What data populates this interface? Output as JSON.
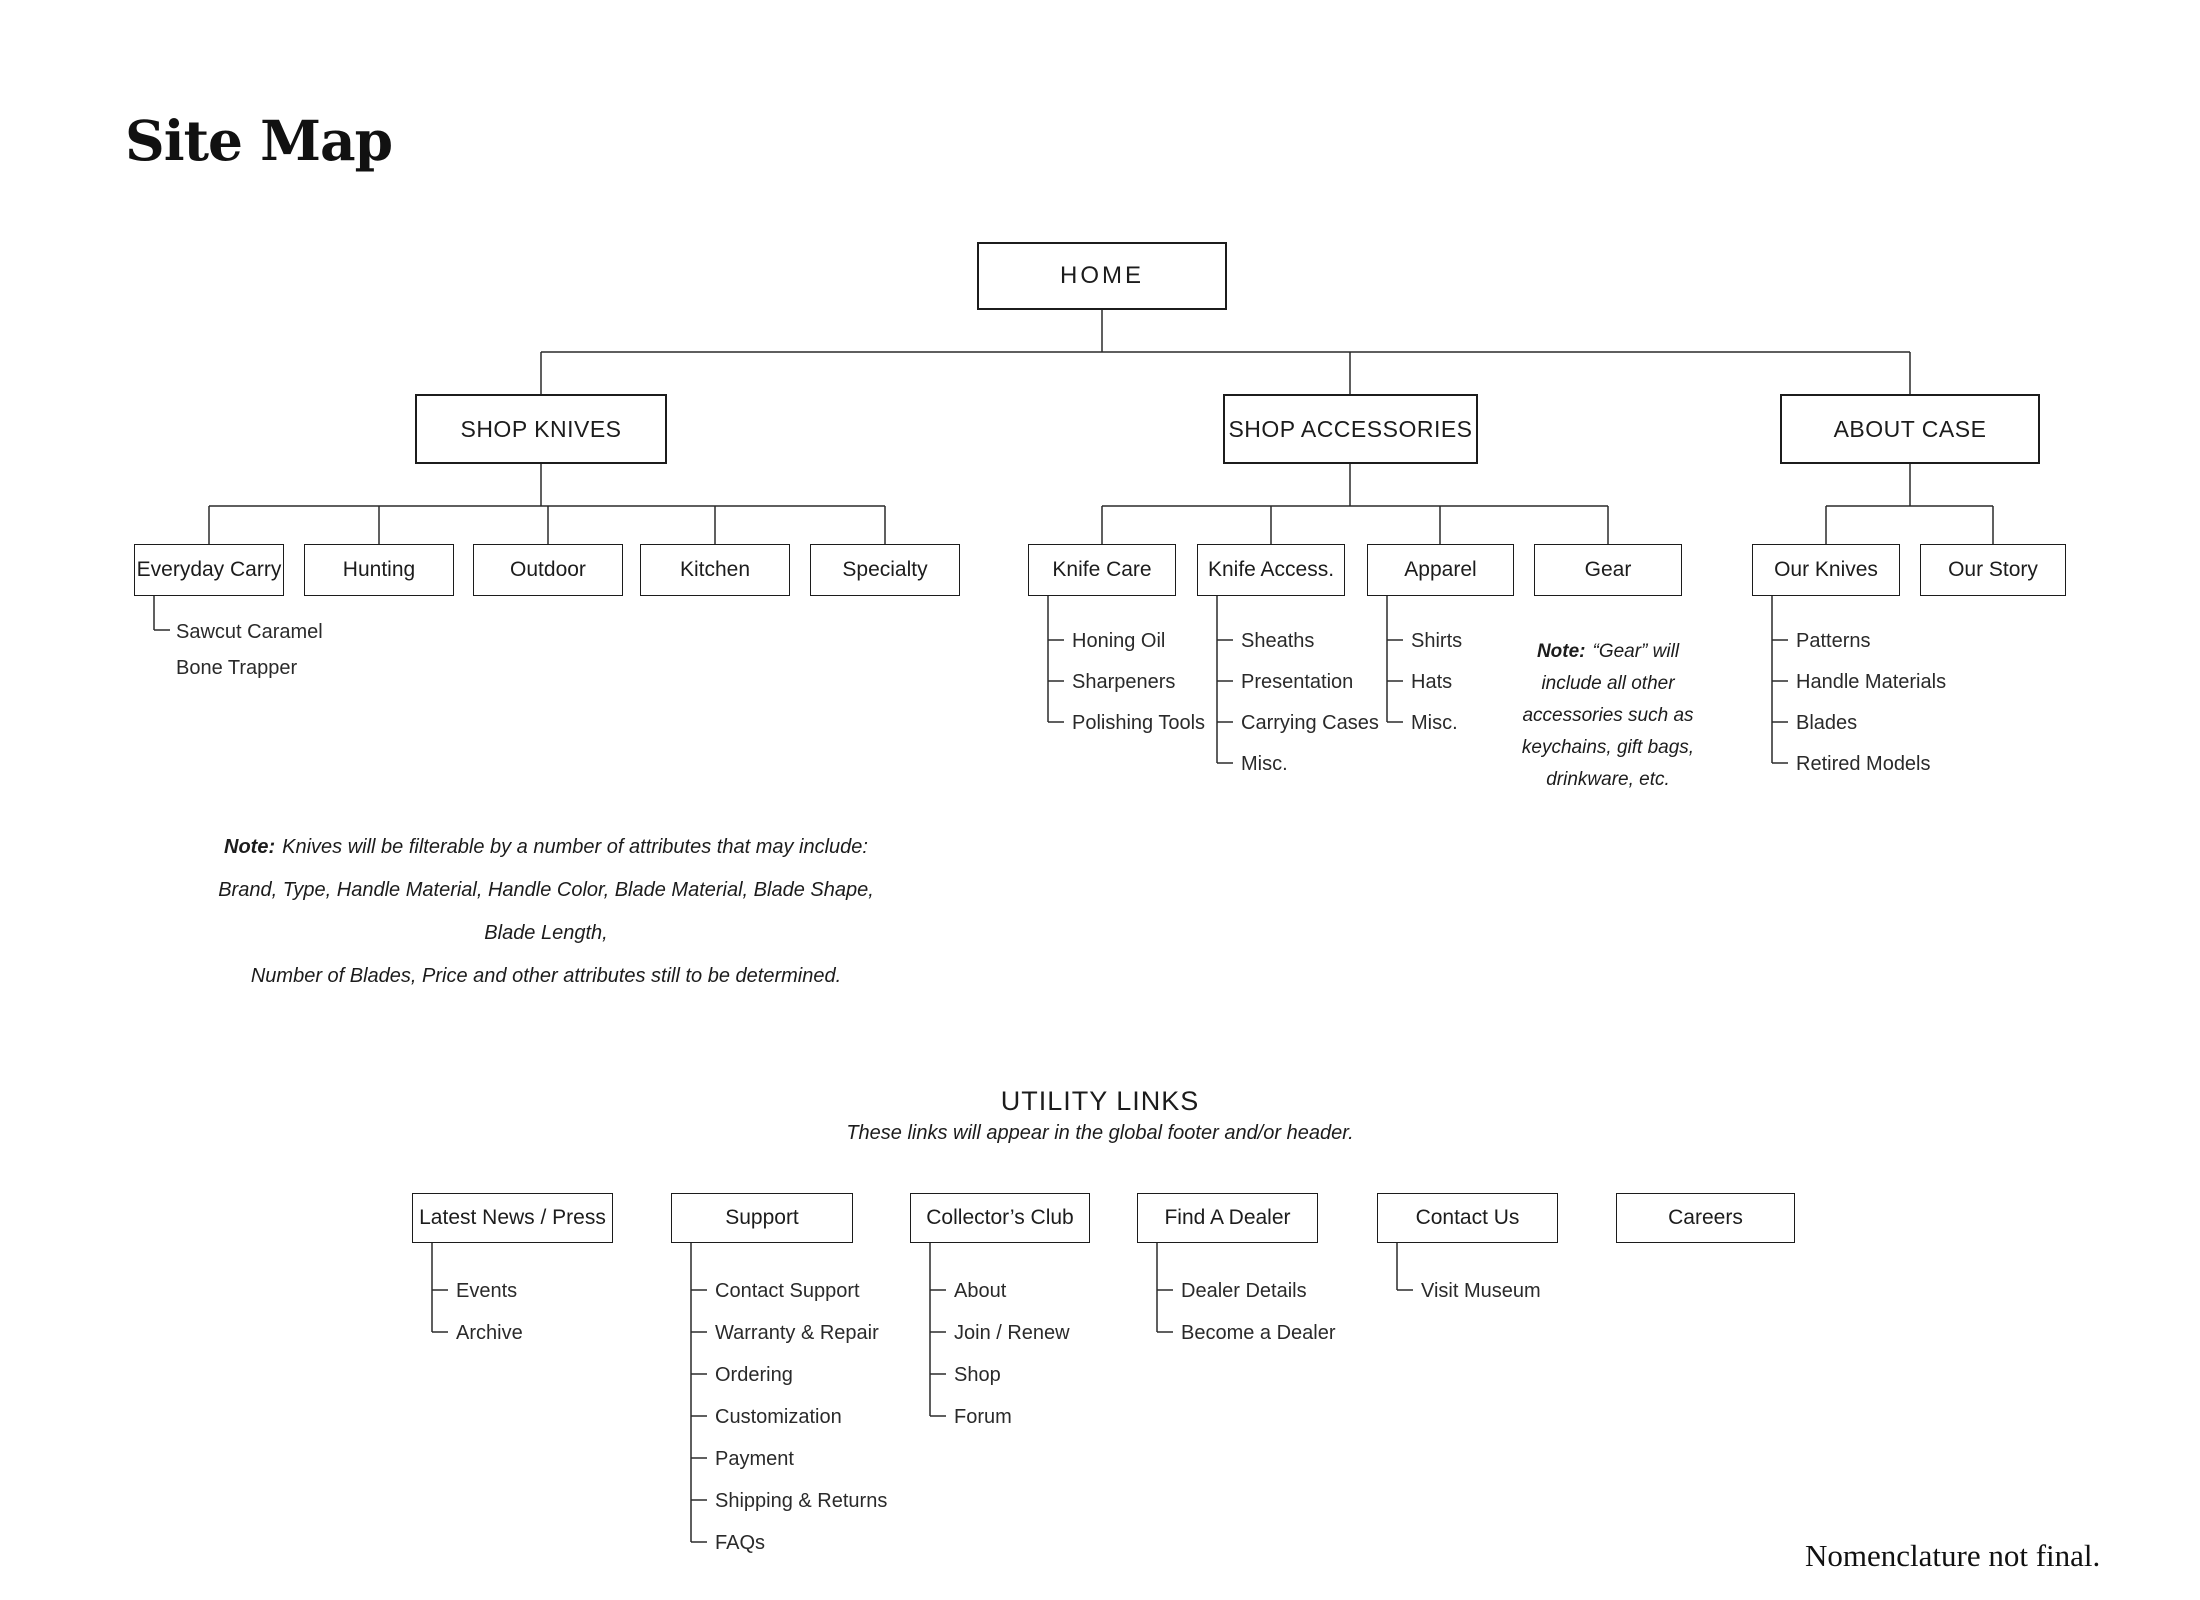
{
  "title": "Site Map",
  "footnote": "Nomenclature not final.",
  "note_label": "Note:",
  "home": {
    "label": "HOME"
  },
  "shop_knives": {
    "label": "SHOP KNIVES",
    "children": {
      "everyday_carry": {
        "label": "Everyday Carry",
        "sub_line1": "Sawcut Caramel",
        "sub_line2": "Bone Trapper"
      },
      "hunting": {
        "label": "Hunting"
      },
      "outdoor": {
        "label": "Outdoor"
      },
      "kitchen": {
        "label": "Kitchen"
      },
      "specialty": {
        "label": "Specialty"
      }
    },
    "note_lines": [
      "Knives will be filterable by a number of attributes that may include:",
      "Brand, Type, Handle Material, Handle Color, Blade Material, Blade Shape, Blade Length,",
      "Number of Blades, Price and other attributes still to be determined."
    ]
  },
  "shop_accessories": {
    "label": "SHOP ACCESSORIES",
    "children": {
      "knife_care": {
        "label": "Knife Care",
        "items": [
          "Honing Oil",
          "Sharpeners",
          "Polishing Tools"
        ]
      },
      "knife_access": {
        "label": "Knife Access.",
        "items": [
          "Sheaths",
          "Presentation",
          "Carrying Cases",
          "Misc."
        ]
      },
      "apparel": {
        "label": "Apparel",
        "items": [
          "Shirts",
          "Hats",
          "Misc."
        ]
      },
      "gear": {
        "label": "Gear",
        "note_lines": [
          "“Gear” will",
          "include all other",
          "accessories such as",
          "keychains, gift bags,",
          "drinkware, etc."
        ]
      }
    }
  },
  "about_case": {
    "label": "ABOUT CASE",
    "children": {
      "our_knives": {
        "label": "Our Knives",
        "items": [
          "Patterns",
          "Handle Materials",
          "Blades",
          "Retired Models"
        ]
      },
      "our_story": {
        "label": "Our Story"
      }
    }
  },
  "utility": {
    "heading": "UTILITY LINKS",
    "subheading": "These links will appear in the global footer and/or header.",
    "sections": {
      "latest_news": {
        "label": "Latest News / Press",
        "items": [
          "Events",
          "Archive"
        ]
      },
      "support": {
        "label": "Support",
        "items": [
          "Contact Support",
          "Warranty & Repair",
          "Ordering",
          "Customization",
          "Payment",
          "Shipping & Returns",
          "FAQs"
        ]
      },
      "collectors_club": {
        "label": "Collector’s Club",
        "items": [
          "About",
          "Join / Renew",
          "Shop",
          "Forum"
        ]
      },
      "find_a_dealer": {
        "label": "Find A Dealer",
        "items": [
          "Dealer Details",
          "Become a Dealer"
        ]
      },
      "contact_us": {
        "label": "Contact Us",
        "items": [
          "Visit Museum"
        ]
      },
      "careers": {
        "label": "Careers"
      }
    }
  }
}
